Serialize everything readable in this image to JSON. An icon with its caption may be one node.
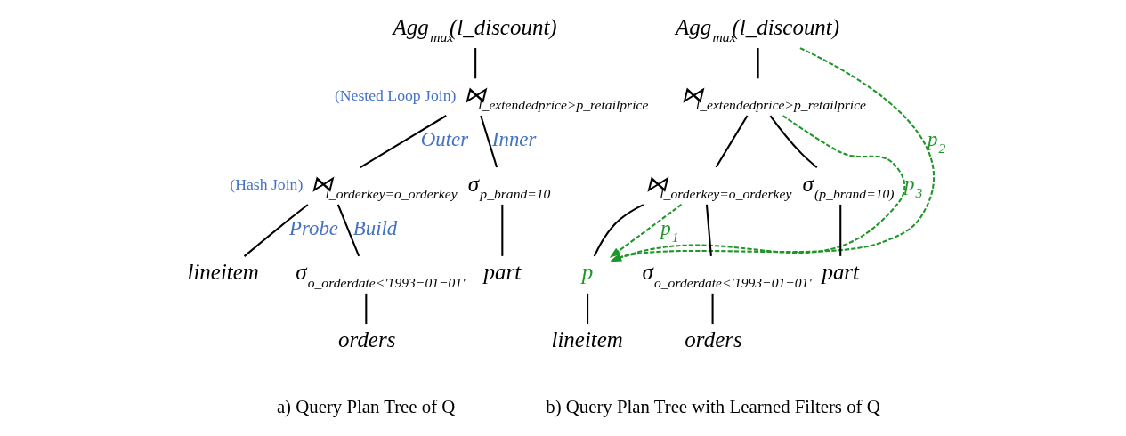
{
  "diagram": {
    "nodes": [
      {
        "text": [
          "Agg$_{max}$(l_discount)"
        ]
      },
      {
        "text": [
          "⋈$_{l_extendedprice>p_retailprice}$"
        ],
        "beside": [
          "(Nested Loop Join)"
        ]
      },
      {
        "text": [
          "⋈$_{l_orderkey=o_orderkey}$"
        ],
        "beside": [
          "(Hash Join)"
        ]
      },
      {
        "text": [
          "σ$_{p_brand=10}$"
        ]
      },
      {
        "text": [
          "lineitem"
        ]
      },
      {
        "text": [
          "σ$_{o_orderdate<'1993−01−01'}$"
        ]
      },
      {
        "text": [
          "part"
        ]
      },
      {
        "text": [
          "orders"
        ]
      },
      {
        "text": [
          "Agg$_{max}$(l_discount)"
        ]
      },
      {
        "text": [
          "⋈$_{l_extendedprice>p_retailprice}$"
        ]
      },
      {
        "text": [
          "⋈$_{l_orderkey=o_orderkey}$"
        ]
      },
      {
        "text": [
          "σ$_{(p_brand=10)}$"
        ]
      },
      {
        "text": [
          "p"
        ]
      },
      {
        "text": [
          "σ$_{o_orderdate<'1993−01−01'}$"
        ]
      },
      {
        "text": [
          "part"
        ]
      },
      {
        "text": [
          "lineitem"
        ]
      },
      {
        "text": [
          "orders"
        ]
      }
    ],
    "edges": [
      {
        "from": 0,
        "to": 1,
        "arrow": "none"
      },
      {
        "from": 1,
        "to": 2,
        "arrow": "none",
        "label": "Outer"
      },
      {
        "from": 1,
        "to": 3,
        "arrow": "none",
        "label": "Inner"
      },
      {
        "from": 2,
        "to": 4,
        "arrow": "none",
        "label": "Probe"
      },
      {
        "from": 2,
        "to": 5,
        "arrow": "none",
        "label": "Build"
      },
      {
        "from": 3,
        "to": 6,
        "arrow": "none"
      },
      {
        "from": 5,
        "to": 7,
        "arrow": "none"
      },
      {
        "from": 8,
        "to": 9,
        "arrow": "none"
      },
      {
        "from": 9,
        "to": 10,
        "arrow": "none"
      },
      {
        "from": 9,
        "to": 11,
        "arrow": "none"
      },
      {
        "from": 10,
        "to": 12,
        "arrow": "none"
      },
      {
        "from": 10,
        "to": 13,
        "arrow": "none"
      },
      {
        "from": 11,
        "to": 14,
        "arrow": "none"
      },
      {
        "from": 12,
        "to": 15,
        "arrow": "none"
      },
      {
        "from": 13,
        "to": 16,
        "arrow": "none"
      },
      {
        "from": 8,
        "to": 12,
        "arrow": "to",
        "label": "p$_{2}$",
        "style": "dashed",
        "color": "#1e9628"
      },
      {
        "from": 9,
        "to": 12,
        "arrow": "to",
        "label": "p$_{3}$",
        "style": "dashed",
        "color": "#1e9628"
      },
      {
        "from": 10,
        "to": 12,
        "arrow": "to",
        "label": "p$_{1}$",
        "style": "dashed",
        "color": "#1e9628"
      }
    ],
    "labels": [
      "a) Query Plan Tree of Q",
      "b) Query Plan Tree with Learned Filters of Q"
    ]
  }
}
